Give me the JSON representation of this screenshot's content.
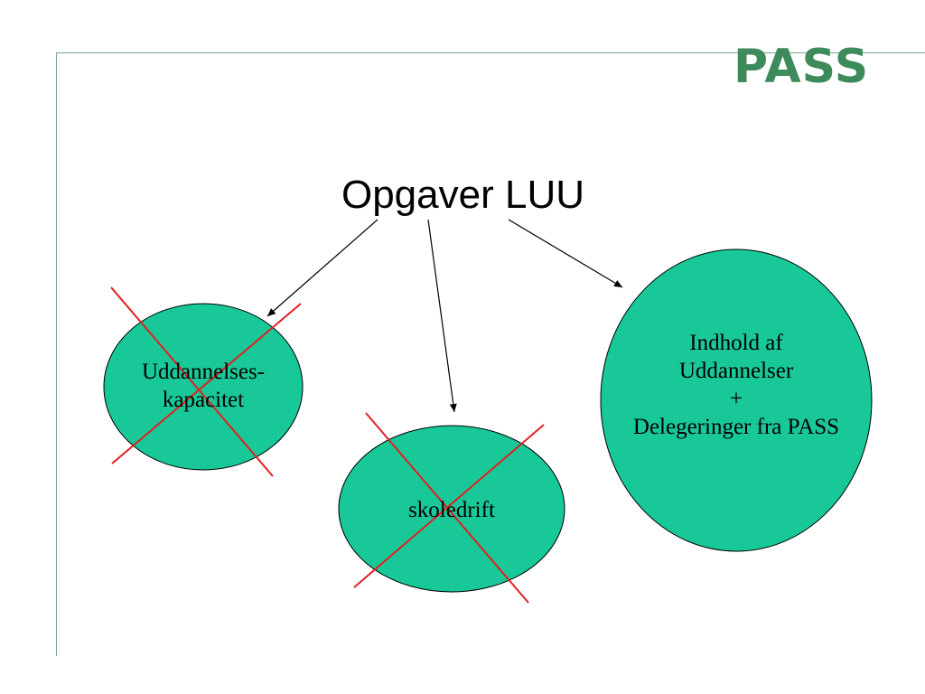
{
  "logo": {
    "text": "PASS",
    "color": "#3d8a5a"
  },
  "title": "Opgaver LUU",
  "colors": {
    "node_fill": "#19c898",
    "cross": "#e02020",
    "frame": "#7aa886",
    "arrow": "#000000"
  },
  "nodes": [
    {
      "lines": [
        "Uddannelses-",
        "kapacitet"
      ],
      "crossed": true
    },
    {
      "lines": [
        "skoledrift"
      ],
      "crossed": true
    },
    {
      "lines": [
        "Indhold af",
        "Uddannelser",
        "+",
        "Delegeringer fra PASS"
      ],
      "crossed": false
    }
  ]
}
